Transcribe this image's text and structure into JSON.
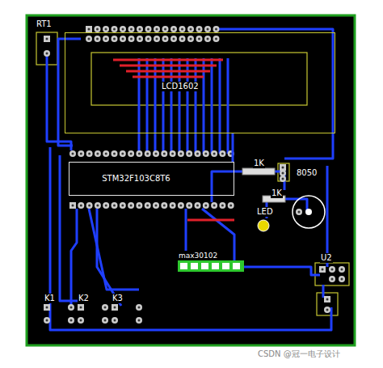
{
  "diagram": {
    "nodes": [
      {
        "text": [
          "LCD1602"
        ]
      },
      {
        "text": [
          "STM32F103C8T6"
        ]
      }
    ],
    "edges": [
      {
        "from": 0,
        "to": 1,
        "arrow": "none"
      }
    ],
    "labels": [
      "RT1",
      "1K",
      "8050",
      "1K",
      "LED",
      "max30102",
      "U2",
      "K1",
      "K2",
      "K3",
      "CSDN @冠一电子设计"
    ]
  }
}
